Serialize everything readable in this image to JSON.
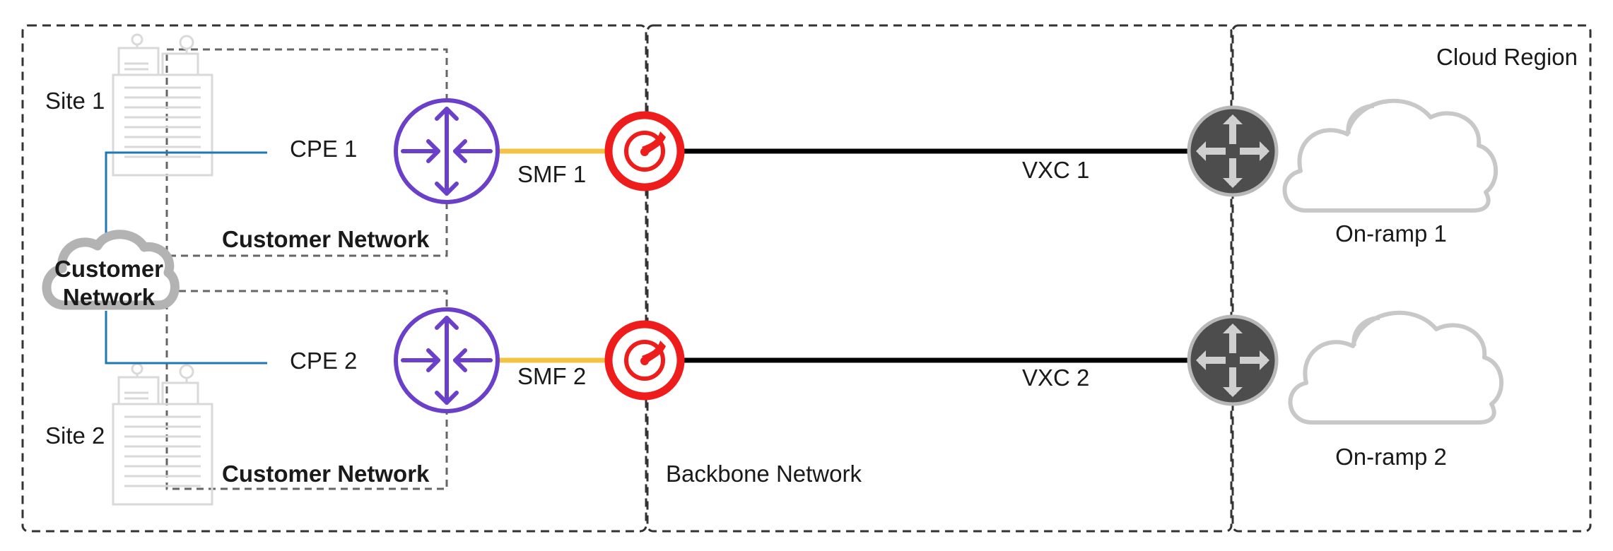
{
  "labels": {
    "site1": "Site 1",
    "site2": "Site 2",
    "cpe1": "CPE 1",
    "cpe2": "CPE 2",
    "customer_network_cloud_line1": "Customer",
    "customer_network_cloud_line2": "Network",
    "customer_network_top": "Customer Network",
    "customer_network_bottom": "Customer Network",
    "smf1": "SMF 1",
    "smf2": "SMF 2",
    "vxc1": "VXC 1",
    "vxc2": "VXC 2",
    "backbone_network": "Backbone Network",
    "cloud_region": "Cloud Region",
    "onramp1": "On-ramp 1",
    "onramp2": "On-ramp 2"
  },
  "icons": {
    "building": "building-icon",
    "router": "router-icon",
    "megaport_port": "megaport-port-icon",
    "cloud_router": "cloud-router-icon",
    "cloud": "cloud-icon"
  },
  "colors": {
    "router_purple": "#6a3fc9",
    "smf_yellow": "#f3c443",
    "access_blue": "#1f77b4",
    "port_red": "#ef1c1c",
    "cloud_router_dark": "#4d4d4d",
    "cloud_gray": "#c8c8c8",
    "dashed": "#333333"
  }
}
